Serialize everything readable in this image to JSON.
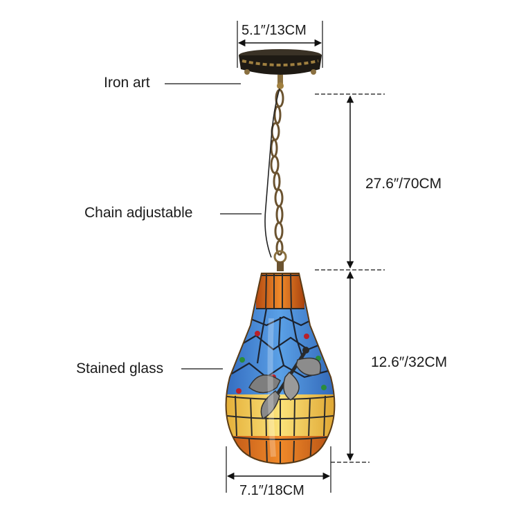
{
  "labels": {
    "iron_art": "Iron art",
    "chain": "Chain adjustable",
    "glass": "Stained glass"
  },
  "dimensions": {
    "canopy_width": "5.1″/13CM",
    "chain_length": "27.6″/70CM",
    "shade_height": "12.6″/32CM",
    "shade_width": "7.1″/18CM"
  },
  "colors": {
    "line": "#111111",
    "canopy": "#1e1a14",
    "brass": "#a08040",
    "glass_blue": "#3c7fd0",
    "glass_yellow": "#f2c94a",
    "glass_orange": "#d06a1c"
  }
}
